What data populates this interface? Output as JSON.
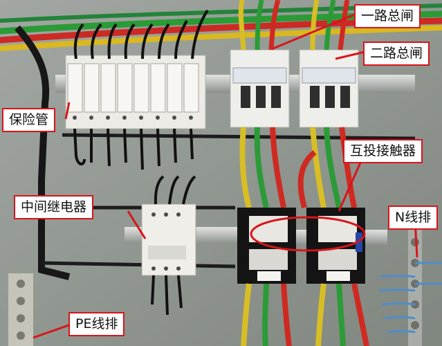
{
  "labels": {
    "line1_breaker": "一路总闸",
    "line2_breaker": "二路总闸",
    "fuse": "保险管",
    "interlock_contactor": "互投接触器",
    "intermediate_relay": "中间继电器",
    "n_bar": "N线排",
    "pe_bar": "PE线排"
  },
  "colors": {
    "callout_border": "#d8141b",
    "arrow": "#d8141b",
    "panel": "#8f9691"
  }
}
